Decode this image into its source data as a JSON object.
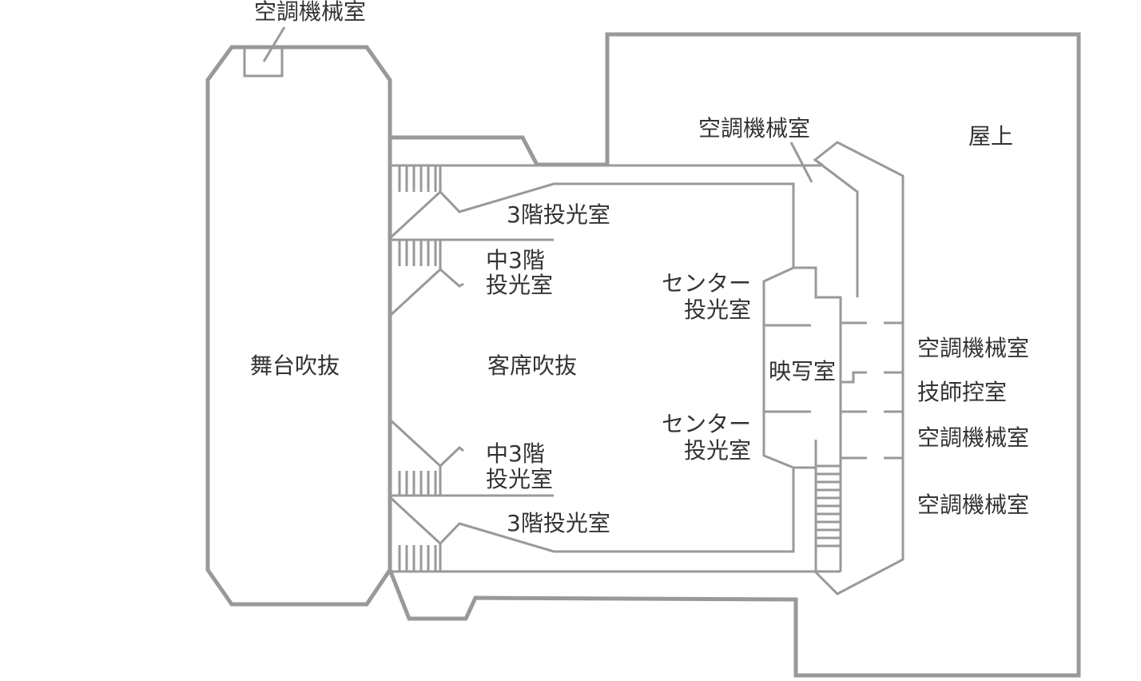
{
  "labels": {
    "acmech_top_left": "空調機械室",
    "acmech_top_center": "空調機械室",
    "rooftop": "屋上",
    "proj_3f_upper": "3階投光室",
    "proj_m3f_upper_line1": "中3階",
    "proj_m3f_upper_line2": "投光室",
    "center_proj_upper_line1": "センター",
    "center_proj_upper_line2": "投光室",
    "stage_void": "舞台吹抜",
    "audience_void": "客席吹抜",
    "projection_room": "映写室",
    "acmech_right_1": "空調機械室",
    "technician_room": "技師控室",
    "acmech_right_2": "空調機械室",
    "center_proj_lower_line1": "センター",
    "center_proj_lower_line2": "投光室",
    "proj_m3f_lower_line1": "中3階",
    "proj_m3f_lower_line2": "投光室",
    "proj_3f_lower": "3階投光室",
    "acmech_right_3": "空調機械室"
  },
  "colors": {
    "wall": "#999999",
    "text": "#333333",
    "background": "#ffffff"
  }
}
